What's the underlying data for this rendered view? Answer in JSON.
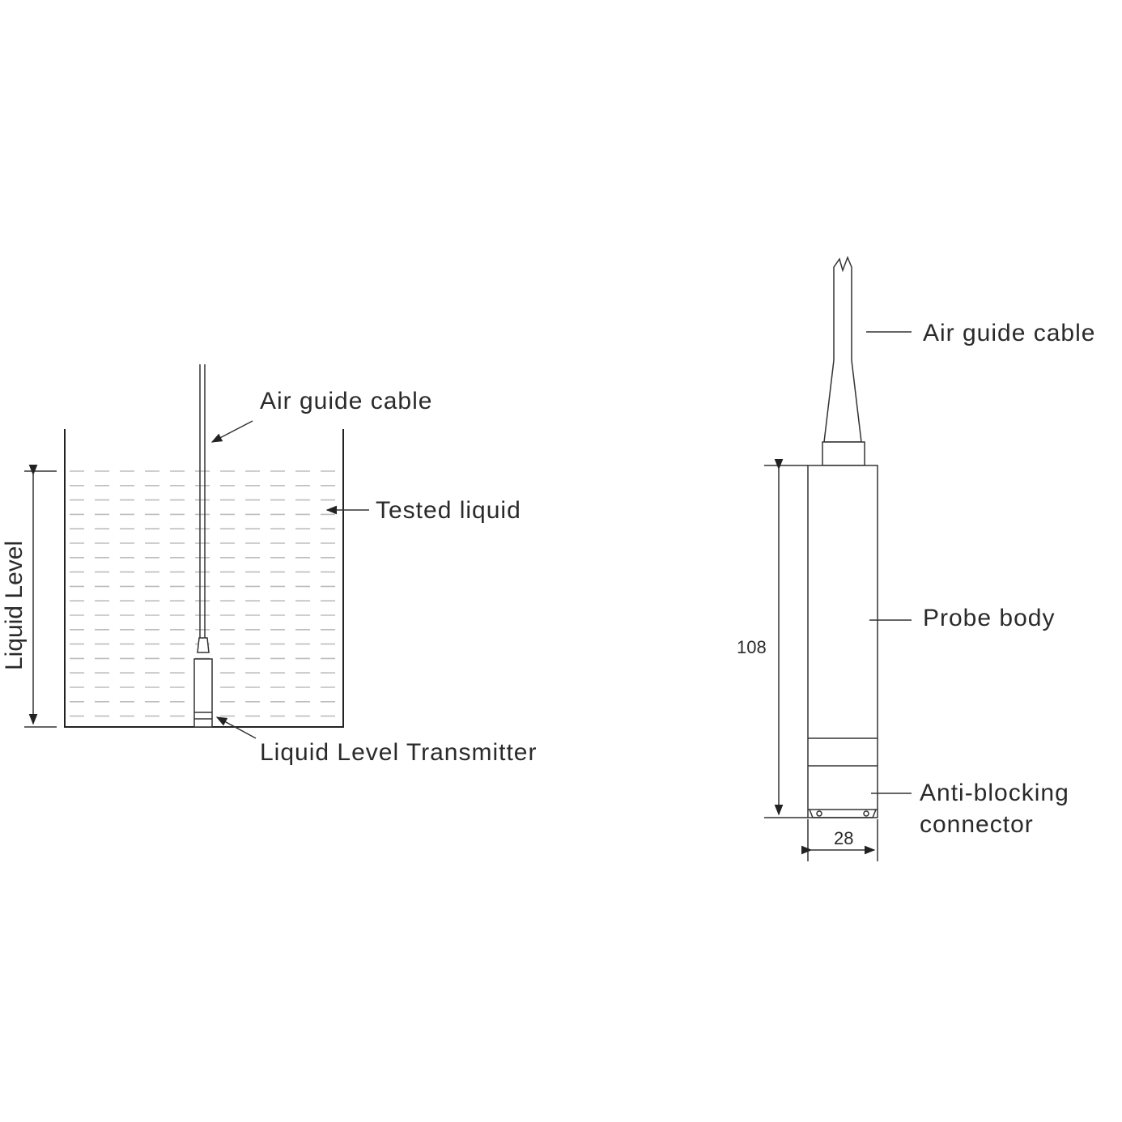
{
  "left_diagram": {
    "air_guide_cable_label": "Air guide cable",
    "tested_liquid_label": "Tested liquid",
    "transmitter_label": "Liquid Level Transmitter",
    "liquid_level_label": "Liquid Level"
  },
  "right_diagram": {
    "air_guide_cable_label": "Air guide cable",
    "probe_body_label": "Probe body",
    "anti_blocking_label_line1": "Anti-blocking",
    "anti_blocking_label_line2": "connector",
    "height_dimension": "108",
    "width_dimension": "28"
  }
}
